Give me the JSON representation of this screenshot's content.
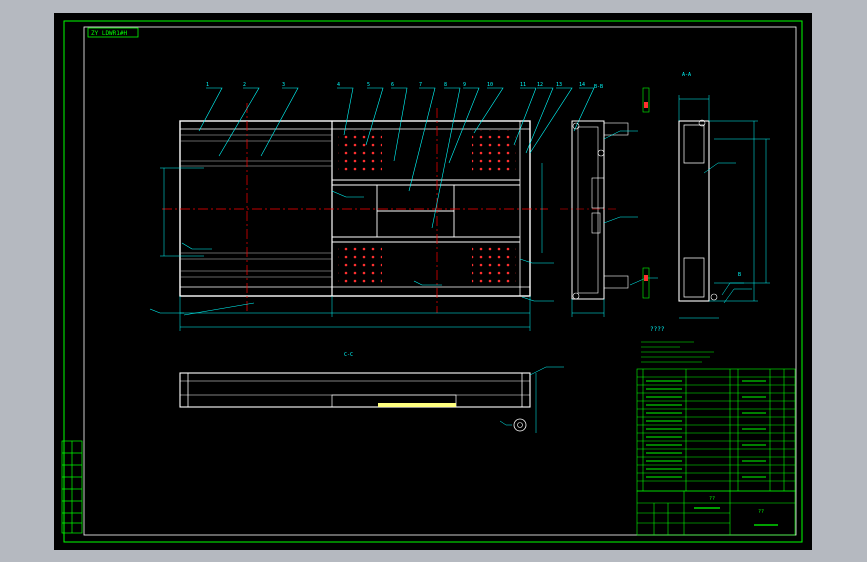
{
  "header_label": "ZY LDWR1#H",
  "callout_labels": [
    "1",
    "2",
    "3",
    "4",
    "5",
    "6",
    "7",
    "8",
    "9",
    "10",
    "11",
    "12",
    "13",
    "14"
  ],
  "section_labels": [
    "B-B",
    "A-A",
    "C-C"
  ],
  "side_label": "B",
  "note_marks": [
    "????",
    "??",
    "??"
  ],
  "color_legend": {
    "drawing_background": "#000000",
    "border_green": "#00ff00",
    "dimension_cyan": "#00ffff",
    "centerline_red": "#ff0000",
    "part_white": "#ffffff",
    "hole_red": "#ff3030",
    "highlight_yellow": "#ffff80"
  }
}
